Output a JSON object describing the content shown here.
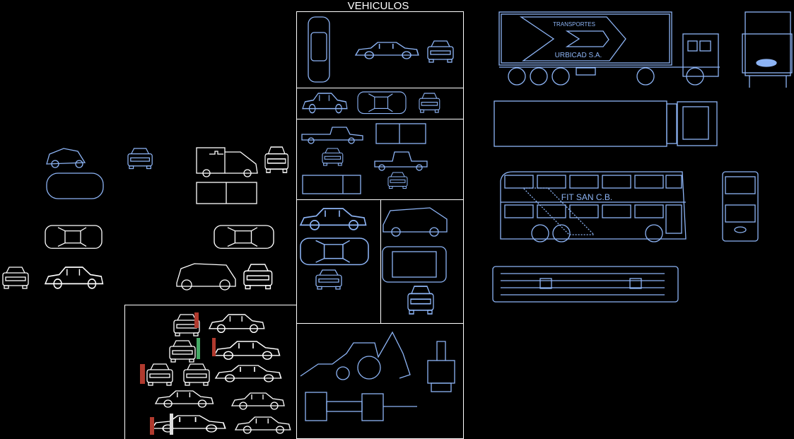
{
  "title": "VEHICULOS",
  "truck": {
    "brand_line1": "TRANSPORTES",
    "brand_line2": "URBICAD S.A."
  },
  "bus": {
    "label": "FIT SAN C.B."
  },
  "colors": {
    "background": "#000000",
    "line_blue": "#8db4f5",
    "line_white": "#ffffff",
    "figure_red": "#b03a2e"
  }
}
